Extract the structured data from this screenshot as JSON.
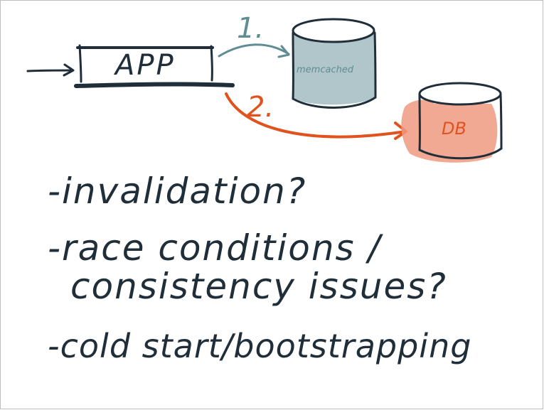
{
  "colors": {
    "ink": "#1f2e38",
    "cache_teal": "#5f8d92",
    "cache_fill": "#a9c0c4",
    "db_orange": "#e0521e",
    "db_fill": "#f09a80"
  },
  "diagram": {
    "app_label": "APP",
    "cache_label": "memcached",
    "db_label": "DB",
    "step1_label": "1.",
    "step2_label": "2."
  },
  "notes": {
    "line1": "-invalidation?",
    "line2": "-race conditions /",
    "line3": "consistency issues?",
    "line4": "-cold start/bootstrapping"
  }
}
